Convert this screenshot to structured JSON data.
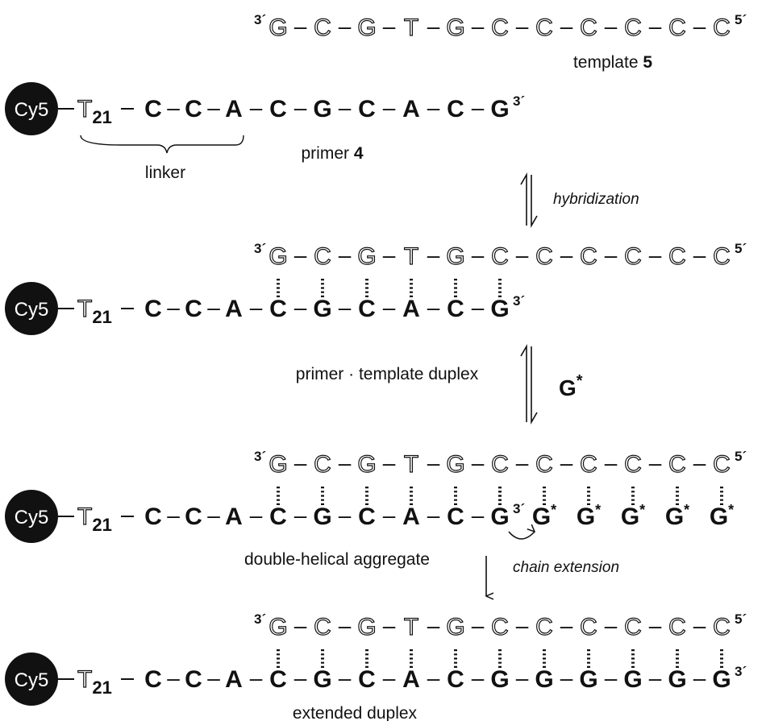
{
  "cy5_label": "Cy5",
  "linker_prefix": "T",
  "linker_count": "21",
  "linker_label": "linker",
  "primer_label": "primer",
  "primer_number": "4",
  "template_label": "template",
  "template_number": "5",
  "template_seq": [
    "G",
    "C",
    "G",
    "T",
    "G",
    "C",
    "C",
    "C",
    "C",
    "C",
    "C"
  ],
  "primer_seq": [
    "C",
    "C",
    "A",
    "C",
    "G",
    "C",
    "A",
    "C",
    "G"
  ],
  "added_nucleotide": "G",
  "star": "*",
  "end_3prime": "3´",
  "end_5prime": "5´",
  "dash": "–",
  "step_hybridization": "hybridization",
  "step_chain_extension": "chain extension",
  "label_primer_template_duplex": "primer · template duplex",
  "label_double_helical_aggregate": "double-helical aggregate",
  "label_extended_duplex": "extended duplex",
  "reagent": "G*",
  "reagent_base": "G",
  "colors": {
    "ink": "#111111",
    "cy5_fill": "#111111",
    "background": "#ffffff"
  }
}
